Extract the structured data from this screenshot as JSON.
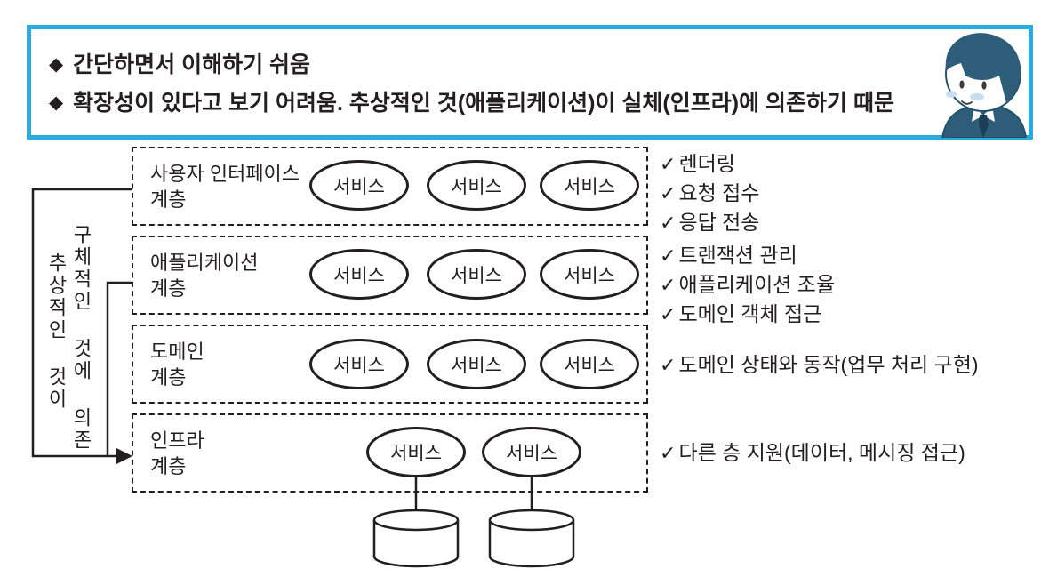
{
  "symbols": {
    "bullet": "◆",
    "check": "✓"
  },
  "colors": {
    "accent_blue": "#29abe2",
    "ink": "#231f20"
  },
  "banner": {
    "lines": [
      "간단하면서 이해하기 쉬움",
      "확장성이 있다고 보기 어려움. 추상적인 것(애플리케이션)이 실체(인프라)에 의존하기 때문"
    ]
  },
  "left_note": {
    "abstract": "추상적인 것이",
    "concrete": "구체적인 것에 의존"
  },
  "layers": [
    {
      "label": "사용자 인터페이스\n계층",
      "services": [
        "서비스",
        "서비스",
        "서비스"
      ],
      "notes": [
        "렌더링",
        "요청 접수",
        "응답 전송"
      ]
    },
    {
      "label": "애플리케이션\n계층",
      "services": [
        "서비스",
        "서비스",
        "서비스"
      ],
      "notes": [
        "트랜잭션 관리",
        "애플리케이션 조율",
        "도메인 객체 접근"
      ]
    },
    {
      "label": "도메인\n계층",
      "services": [
        "서비스",
        "서비스",
        "서비스"
      ],
      "notes": [
        "도메인 상태와 동작(업무 처리 구현)"
      ]
    },
    {
      "label": "인프라\n계층",
      "services": [
        "서비스",
        "서비스"
      ],
      "notes": [
        "다른 층 지원(데이터, 메시징 접근)"
      ]
    }
  ]
}
